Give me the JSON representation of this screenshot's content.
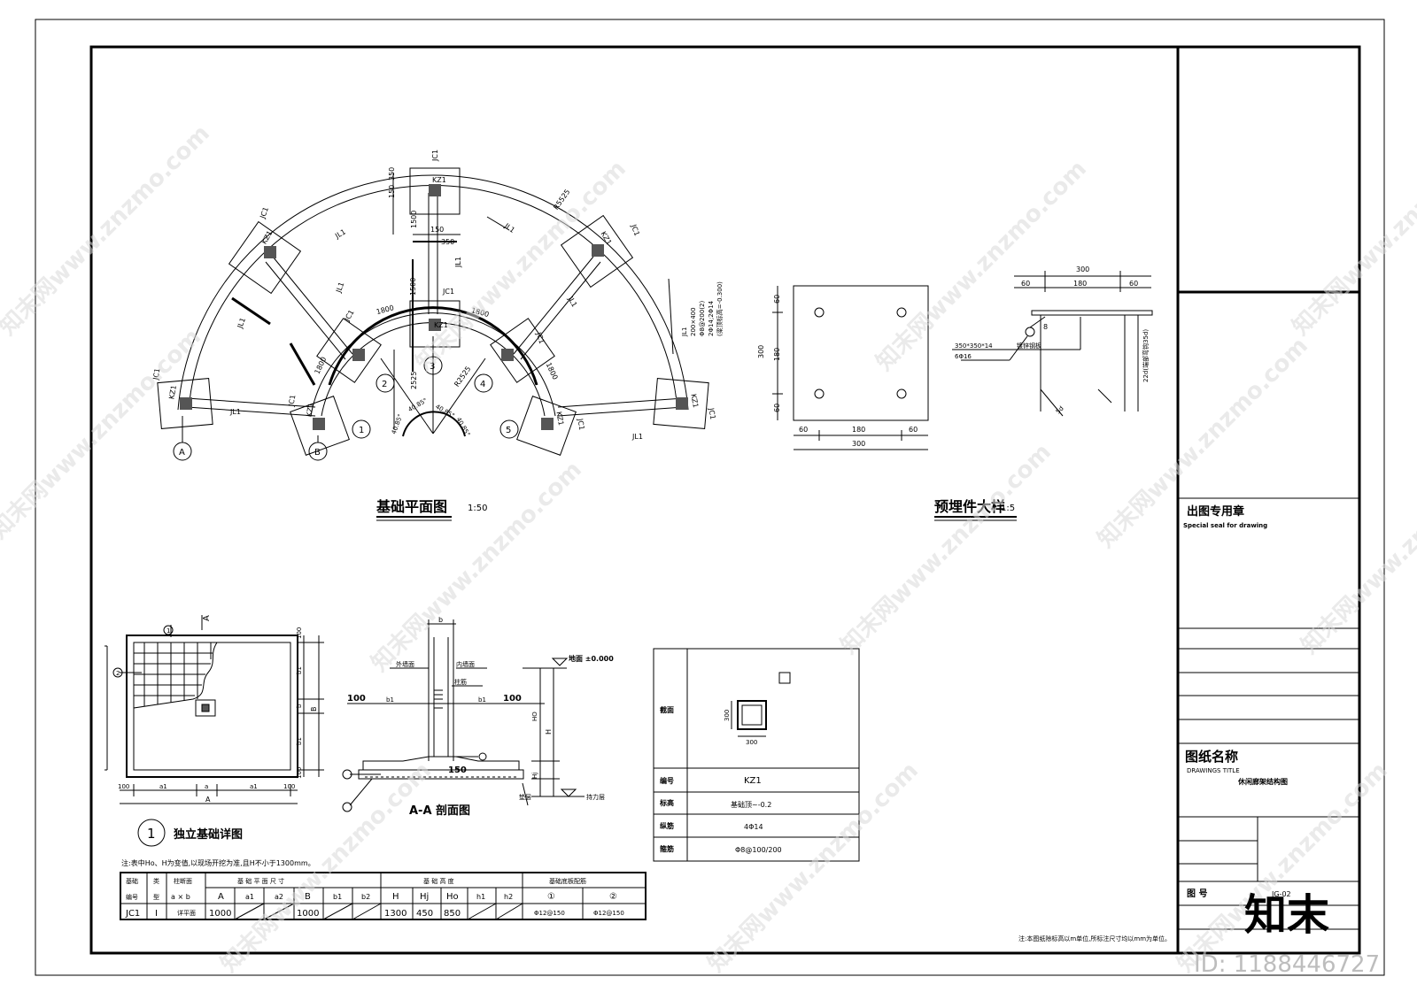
{
  "plan": {
    "title": "基础平面图",
    "scale": "1:50",
    "jc": "JC1",
    "kz": "KZ1",
    "jl": "JL1",
    "radius_outer": "R5525",
    "radius_inner": "R2525",
    "dim_350": "350",
    "dim_150": "150",
    "dim_1500": "1500",
    "dim_1800": "1800",
    "dim_2525": "2525",
    "angle": "40.85°",
    "axes": [
      "A",
      "B",
      "1",
      "2",
      "3",
      "4",
      "5"
    ],
    "beam_note_1": "JL1",
    "beam_note_2": "200×400",
    "beam_note_3": "Φ8@200(2)",
    "beam_note_4": "2Φ14;2Φ14",
    "beam_note_5": "(梁顶标高=-0.300)"
  },
  "embed": {
    "title": "预埋件大样",
    "scale": "1:5",
    "dim_300": "300",
    "dim_60": "60",
    "dim_180": "180",
    "plate_note": "350*350*14",
    "plate_name": "镀锌钢板",
    "bar_note": "6Φ16",
    "weld": "8",
    "anchor_len": "22d(端部弯钩35d)",
    "bend": "5d"
  },
  "footing": {
    "callout": "1",
    "title": "独立基础详图",
    "dim_100": "100",
    "dim_a1": "a1",
    "dim_a": "a",
    "dim_A": "A",
    "dim_b1": "b1",
    "dim_b": "b",
    "dim_B": "B",
    "marker_1": "1",
    "marker_2": "2",
    "section_mark": "A"
  },
  "section": {
    "title": "A-A 剖面图",
    "b": "b",
    "b1": "b1",
    "dim_100": "100",
    "label_outer": "外墙面",
    "label_inner": "内墙面",
    "label_col": "柱筋",
    "level": "地面 ±0.000",
    "H": "H",
    "HO": "HO",
    "Hj": "Hj",
    "dim_150": "150",
    "cushion": "垫层",
    "bearing": "持力层"
  },
  "column_table": {
    "rows": [
      {
        "label": "截面",
        "value": ""
      },
      {
        "label": "编号",
        "value": "KZ1"
      },
      {
        "label": "标高",
        "value": "基础顶~-0.2"
      },
      {
        "label": "纵筋",
        "value": "4Φ14"
      },
      {
        "label": "箍筋",
        "value": "Φ8@100/200"
      }
    ],
    "dim_300": "300"
  },
  "note_top": "注:表中Ho、H为变值,以现场开挖为准,且H不小于1300mm。",
  "footing_table": {
    "h_no_1": "基础",
    "h_no_2": "编号",
    "h_type_1": "类",
    "h_type_2": "型",
    "h_col_1": "柱断面",
    "h_col_2": "a × b",
    "h_plan": "基 础 平 面 尺 寸",
    "h_height": "基 础 高 度",
    "h_rebar": "基础底板配筋",
    "sub": [
      "A",
      "a1",
      "a2",
      "B",
      "b1",
      "b2",
      "H",
      "Hj",
      "Ho",
      "h1",
      "h2",
      "①",
      "②"
    ],
    "row": [
      "JC1",
      "I",
      "详平面",
      "1000",
      "",
      "",
      "1000",
      "",
      "",
      "1300",
      "450",
      "850",
      "",
      "",
      "Φ12@150",
      "Φ12@150"
    ]
  },
  "bottom_note": "注:本图纸除标高以m单位,所标注尺寸均以mm为单位。",
  "title_block": {
    "seal_cn": "出图专用章",
    "seal_en": "Special seal for drawing",
    "name_cn": "图纸名称",
    "name_en": "DRAWINGS TITLE",
    "drawing_name": "休闲廊架结构图",
    "num_label": "图 号",
    "num_value": "JG-02"
  },
  "watermark": {
    "text": "知末网www.znzmo.com",
    "logo": "知末",
    "id": "ID: 1188446727"
  }
}
